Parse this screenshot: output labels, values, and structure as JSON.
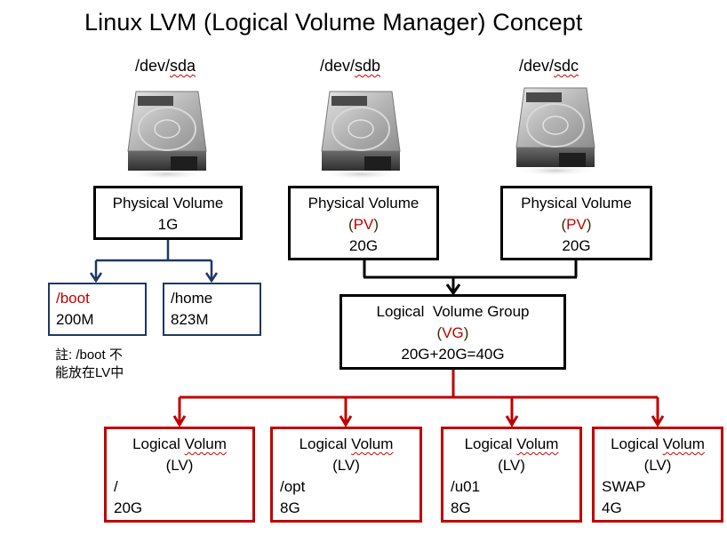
{
  "title": "Linux LVM (Logical Volume Manager) Concept",
  "disks": [
    {
      "device_prefix": "/dev/",
      "device_name": "sda",
      "icon": "hard-drive-icon"
    },
    {
      "device_prefix": "/dev/",
      "device_name": "sdb",
      "icon": "hard-drive-icon"
    },
    {
      "device_prefix": "/dev/",
      "device_name": "sdc",
      "icon": "hard-drive-icon"
    }
  ],
  "physical_volumes": [
    {
      "label": "Physical Volume",
      "abbr": "",
      "size": "1G"
    },
    {
      "label": "Physical Volume",
      "abbr_open": "(",
      "abbr": "PV",
      "abbr_close": ")",
      "size": "20G"
    },
    {
      "label": "Physical Volume",
      "abbr_open": "(",
      "abbr": "PV",
      "abbr_close": ")",
      "size": "20G"
    }
  ],
  "partitions": [
    {
      "mount": "/boot",
      "size": "200M"
    },
    {
      "mount": "/home",
      "size": "823M"
    }
  ],
  "note": {
    "line1": "註: /boot 不",
    "line2": "能放在LV中"
  },
  "volume_group": {
    "label": "Logical  Volume Group",
    "abbr_open": "(",
    "abbr": "VG",
    "abbr_close": ")",
    "size": "20G+20G=40G"
  },
  "logical_volumes": [
    {
      "label_a": "Logical ",
      "label_b": "Volum",
      "abbr": "(LV)",
      "mount": "/",
      "size": "20G"
    },
    {
      "label_a": "Logical ",
      "label_b": "Volum",
      "abbr": "(LV)",
      "mount": "/opt",
      "size": "8G"
    },
    {
      "label_a": "Logical ",
      "label_b": "Volum",
      "abbr": "(LV)",
      "mount": "/u01",
      "size": "8G"
    },
    {
      "label_a": "Logical ",
      "label_b": "Volum",
      "abbr": "(LV)",
      "mount": "SWAP",
      "size": "4G"
    }
  ],
  "colors": {
    "accent_red": "#c00000",
    "navy": "#1f3864",
    "black": "#000000"
  }
}
